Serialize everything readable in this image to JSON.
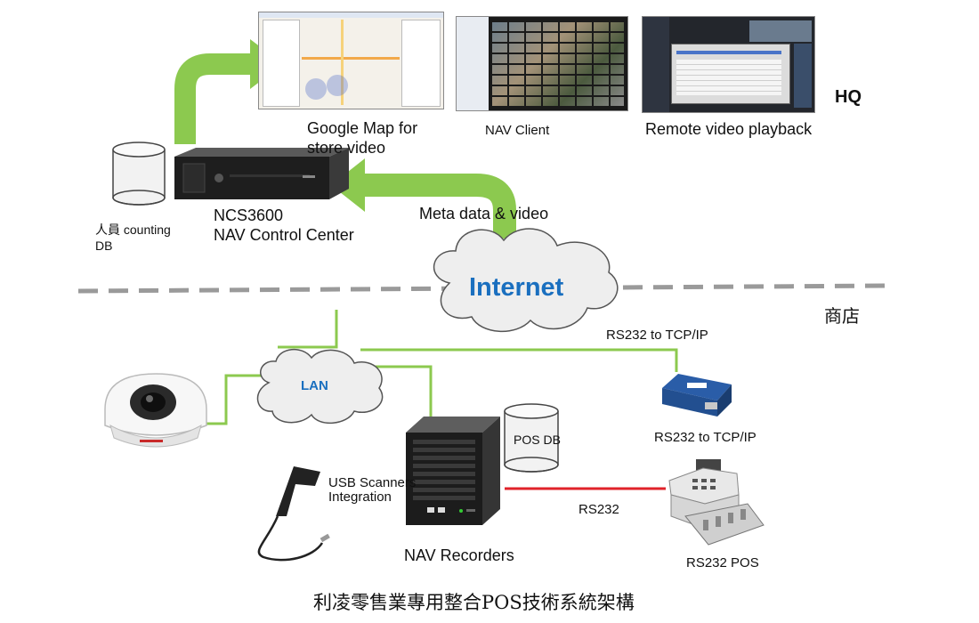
{
  "title": "利凌零售業專用整合POS技術系統架構",
  "zones": {
    "hq": "HQ",
    "store": "商店"
  },
  "hq_screens": {
    "google_map": {
      "label_line1": "Google Map for",
      "label_line2": "store video"
    },
    "nav_client": {
      "label": "NAV Client"
    },
    "remote_playback": {
      "label": "Remote video playback"
    }
  },
  "control_center": {
    "model": "NCS3600",
    "name": "NAV Control Center"
  },
  "counting_db": {
    "label_line1": "人員 counting",
    "label_line2": "DB"
  },
  "internet": {
    "label": "Internet"
  },
  "meta_link": {
    "label": "Meta data & video"
  },
  "lan": {
    "label": "LAN"
  },
  "rs232_tcp_link": {
    "label": "RS232 to TCP/IP"
  },
  "converter": {
    "label": "RS232 to TCP/IP"
  },
  "pos_db": {
    "label": "POS DB"
  },
  "scanner": {
    "label_line1": "USB Scanners",
    "label_line2": "Integration"
  },
  "recorders": {
    "label": "NAV Recorders"
  },
  "rs232_link": {
    "label": "RS232"
  },
  "pos": {
    "label": "RS232 POS"
  },
  "colors": {
    "arrow": "#8cc94f",
    "lan_line": "#8cc94f",
    "rs232_line": "#e0222a",
    "internet_text": "#1a6fbf",
    "divider": "#9a9a9a"
  }
}
